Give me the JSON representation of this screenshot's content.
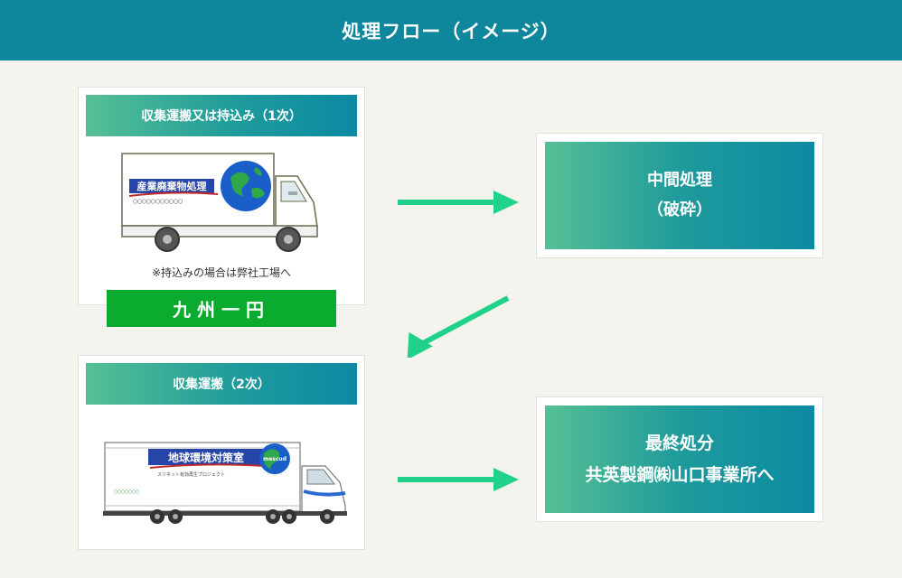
{
  "header": {
    "title": "処理フロー（イメージ）"
  },
  "panel1": {
    "title": "収集運搬又は持込み（1次）",
    "truck_sign": "産業廃棄物処理",
    "truck_subtext": "〇〇〇〇〇〇〇〇〇〇〇",
    "note": "※持込みの場合は弊社工場へ",
    "region": "九州一円"
  },
  "panel2": {
    "title": "収集運搬（2次）",
    "truck_sign": "地球環境対策室",
    "truck_subtext": "スリネット有効再生プロジェクト",
    "truck_logo": "mescud",
    "truck_small": "〇〇〇〇〇〇〇"
  },
  "process1": {
    "line1": "中間処理",
    "line2": "（破砕）"
  },
  "process2": {
    "line1": "最終処分",
    "line2": "共英製鋼㈱山口事業所へ"
  },
  "colors": {
    "header": "#0e869c",
    "arrow": "#1fd18a",
    "region": "#0aab2e"
  }
}
